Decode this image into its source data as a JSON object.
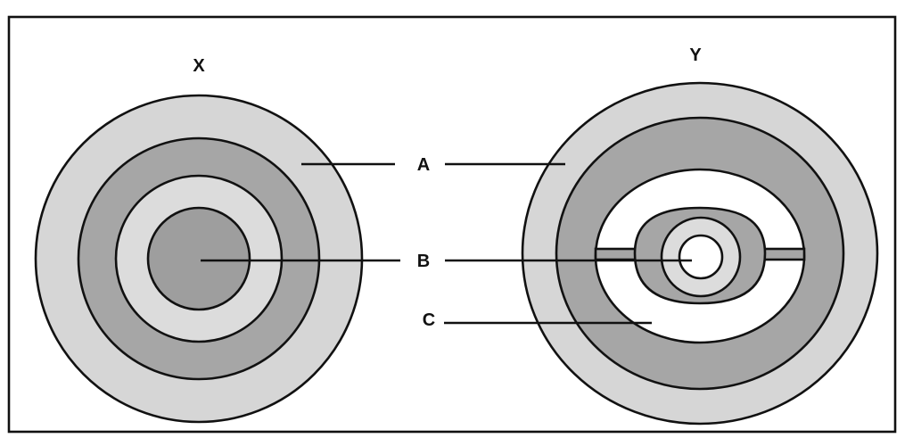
{
  "diagram": {
    "titles": {
      "left": "X",
      "right": "Y"
    },
    "labels": {
      "a": "A",
      "b": "B",
      "c": "C"
    },
    "colors": {
      "outer_ring": "#d6d6d6",
      "middle_ring": "#a6a6a6",
      "inner_ring": "#dcdcdc",
      "core": "#9e9e9e",
      "lumen": "#ffffff",
      "outline": "#111111",
      "frame": "#111111"
    }
  }
}
